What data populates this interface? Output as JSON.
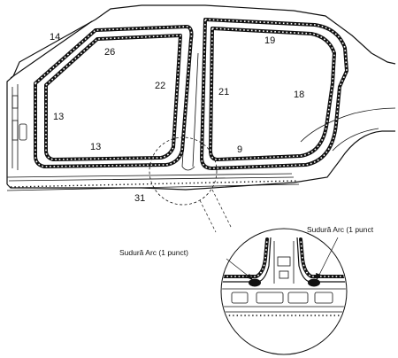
{
  "callouts": {
    "c14": "14",
    "c26": "26",
    "c19": "19",
    "c22": "22",
    "c21": "21",
    "c18": "18",
    "c13a": "13",
    "c13b": "13",
    "c9": "9",
    "c31": "31"
  },
  "weld_notes": {
    "left": "Sudură Arc (1 punct)",
    "right": "Sudură Arc (1 punct"
  }
}
